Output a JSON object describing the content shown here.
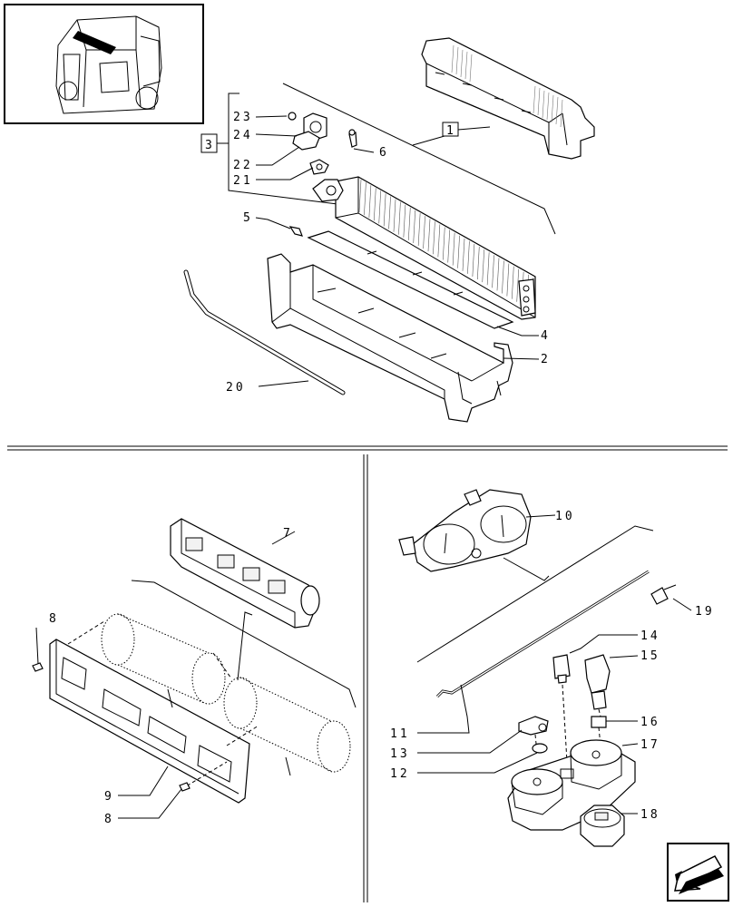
{
  "labels": {
    "p1": "1",
    "p2": "2",
    "p3": "3",
    "p4": "4",
    "p5": "5",
    "p6": "6",
    "p7": "7",
    "p8a": "8",
    "p8b": "8",
    "p9": "9",
    "p10": "10",
    "p11": "11",
    "p12": "12",
    "p13": "13",
    "p14": "14",
    "p15": "15",
    "p16": "16",
    "p17": "17",
    "p18": "18",
    "p19": "19",
    "p20": "20",
    "p21": "21",
    "p22": "22",
    "p23": "23",
    "p24": "24"
  },
  "icons": {
    "thumbnail": "tractor-cab-thumbnail-icon",
    "nav": "next-page-arrow-icon"
  }
}
